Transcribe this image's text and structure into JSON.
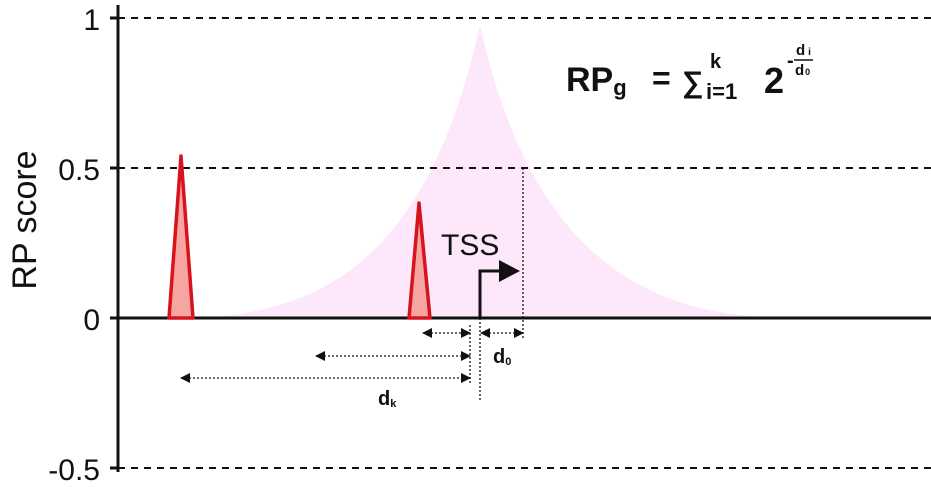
{
  "yaxis": {
    "title": "RP score",
    "ticks": [
      {
        "label": "1",
        "value": 1
      },
      {
        "label": "0.5",
        "value": 0.5
      },
      {
        "label": "0",
        "value": 0
      },
      {
        "label": "-0.5",
        "value": -0.5
      }
    ]
  },
  "tss_label": "TSS",
  "distance_labels": {
    "d0_main": "d",
    "d0_sub": "0",
    "dk_main": "d",
    "dk_sub": "k"
  },
  "formula": {
    "lhs_main": "RP",
    "lhs_sub": "g",
    "equals": "=",
    "sum_symbol": "∑",
    "sum_upper": "k",
    "sum_lower": "i=1",
    "base": "2",
    "exp_sign": "-",
    "exp_num_main": "d",
    "exp_num_sub": "i",
    "exp_den_main": "d",
    "exp_den_sub": "0"
  },
  "colors": {
    "decay_fill": "#fde8fb",
    "peak_fill": "#f6a5a0",
    "peak_stroke": "#d7141e",
    "axis": "#111111"
  },
  "peaks": [
    {
      "name": "peak-left",
      "score": 0.55
    },
    {
      "name": "peak-middle",
      "score": 0.39
    }
  ]
}
